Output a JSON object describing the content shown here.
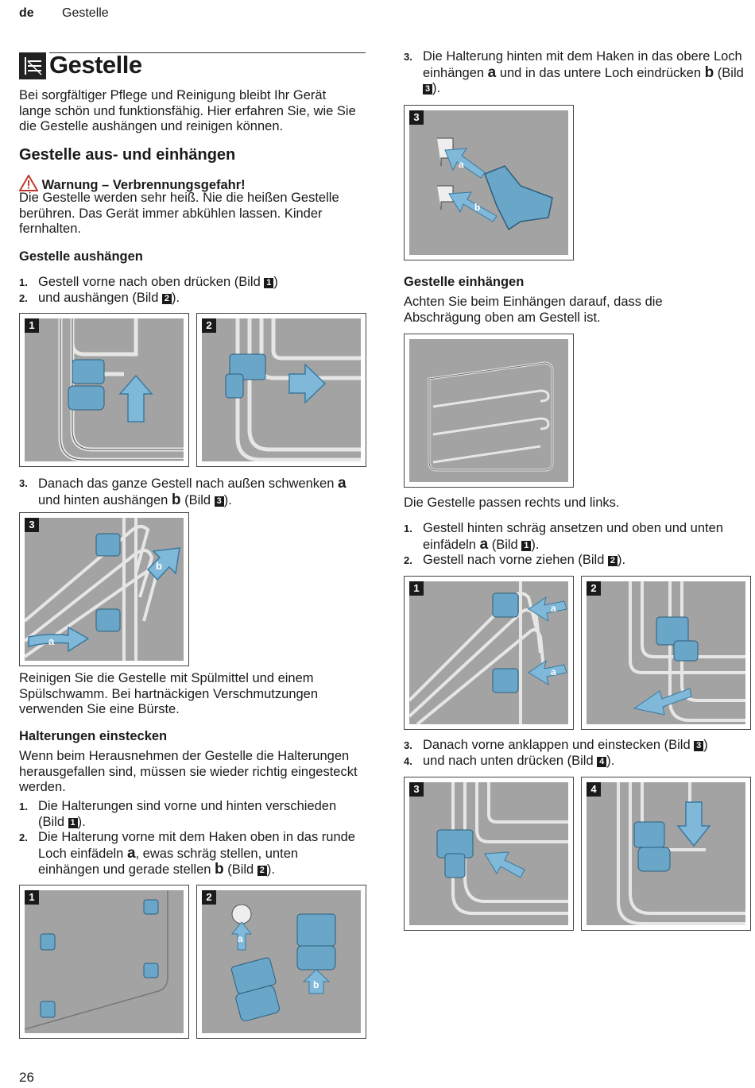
{
  "header": {
    "lang": "de",
    "section": "Gestelle"
  },
  "page_number": "26",
  "title": "Gestelle",
  "intro": "Bei sorgfältiger Pflege und Reinigung bleibt Ihr Gerät lange schön und funktionsfähig. Hier erfahren Sie, wie Sie die Gestelle aushängen und reinigen können.",
  "section1": {
    "heading": "Gestelle aus- und einhängen",
    "warning_title": "Warnung – Verbrennungsgefahr!",
    "warning_text": "Die Gestelle werden sehr heiß. Nie die heißen Gestelle berühren. Das Gerät immer abkühlen lassen. Kinder fernhalten."
  },
  "aushaengen": {
    "heading": "Gestelle aushängen",
    "step1": {
      "num": "1.",
      "text": "Gestell vorne nach oben drücken (Bild ",
      "ref": "1",
      "end": ")"
    },
    "step2": {
      "num": "2.",
      "text": "und aushängen (Bild ",
      "ref": "2",
      "end": ")."
    },
    "step3": {
      "num": "3.",
      "text1": "Danach das ganze Gestell nach außen schwenken ",
      "a": "a",
      "text2": " und hinten aushängen ",
      "b": "b",
      "text3": " (Bild ",
      "ref": "3",
      "end": ")."
    }
  },
  "cleaning": "Reinigen Sie die Gestelle mit Spülmittel und einem Spülschwamm. Bei hartnäckigen Verschmutzungen verwenden Sie eine Bürste.",
  "halterungen": {
    "heading": "Halterungen einstecken",
    "intro": "Wenn beim Herausnehmen der Gestelle die Halterungen herausgefallen sind, müssen sie wieder richtig eingesteckt werden.",
    "step1": {
      "num": "1.",
      "text": "Die Halterungen sind vorne und hinten verschieden (Bild ",
      "ref": "1",
      "end": ")."
    },
    "step2": {
      "num": "2.",
      "text1": "Die Halterung vorne mit dem Haken oben in das runde Loch einfädeln ",
      "a": "a",
      "text2": ", ewas schräg stellen, unten einhängen und gerade stellen ",
      "b": "b",
      "text3": " (Bild ",
      "ref": "2",
      "end": ")."
    },
    "step3": {
      "num": "3.",
      "text1": "Die Halterung hinten mit dem Haken in das obere Loch einhängen ",
      "a": "a",
      "text2": " und in das untere Loch eindrücken ",
      "b": "b",
      "text3": " (Bild ",
      "ref": "3",
      "end": ")."
    }
  },
  "einhaengen": {
    "heading": "Gestelle einhängen",
    "intro": "Achten Sie beim Einhängen darauf, dass die Abschrägung oben am Gestell ist.",
    "fits": "Die Gestelle passen rechts und links.",
    "step1": {
      "num": "1.",
      "text1": "Gestell hinten schräg ansetzen und oben und unten einfädeln ",
      "a": "a",
      "text2": " (Bild ",
      "ref": "1",
      "end": ")."
    },
    "step2": {
      "num": "2.",
      "text": "Gestell nach vorne ziehen (Bild ",
      "ref": "2",
      "end": ")."
    },
    "step3": {
      "num": "3.",
      "text": "Danach vorne anklappen und einstecken (Bild ",
      "ref": "3",
      "end": ")"
    },
    "step4": {
      "num": "4.",
      "text": "und nach unten drücken (Bild ",
      "ref": "4",
      "end": ")."
    }
  },
  "figures": {
    "tags": {
      "one": "1",
      "two": "2",
      "three": "3",
      "four": "4"
    },
    "label_a": "a",
    "label_b": "b"
  },
  "colors": {
    "panel": "#a3a3a3",
    "part": "#6aa6c8",
    "arrow": "#7fb8d8",
    "wire": "#d9d9d9"
  }
}
